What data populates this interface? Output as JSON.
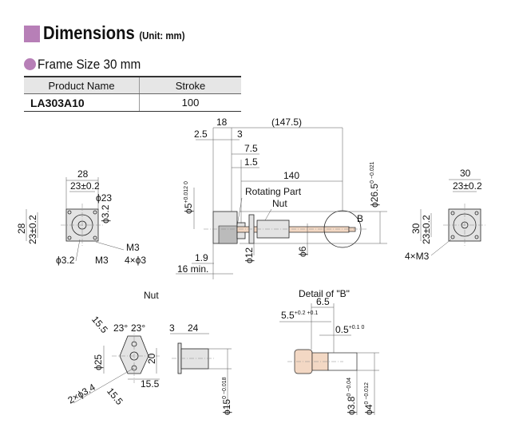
{
  "header": {
    "title": "Dimensions",
    "unit": "(Unit: mm)",
    "section": "Frame Size 30 mm"
  },
  "table": {
    "columns": [
      "Product Name",
      "Stroke"
    ],
    "rows": [
      {
        "product": "LA303A10",
        "stroke": "100"
      }
    ]
  },
  "front_view": {
    "w": "28",
    "pitch": "23±0.2",
    "h": "28",
    "pitch_v": "23±0.2",
    "pcd": "ϕ23",
    "pin": "ϕ3.2",
    "m3": "M3",
    "phi32": "ϕ3.2",
    "m3b": "M3",
    "holes": "4×ϕ3"
  },
  "side_view": {
    "d18": "18",
    "d1475": "(147.5)",
    "d25": "2.5",
    "d3": "3",
    "d75": "7.5",
    "d15": "1.5",
    "d140": "140",
    "rotating": "Rotating Part",
    "nut": "Nut",
    "shaft": "ϕ5",
    "shaft_tol": "+0.012 0",
    "d265": "ϕ26.5",
    "d265_tol": "0 −0.021",
    "b": "B",
    "d12": "ϕ12",
    "d6": "ϕ6",
    "d19": "1.9",
    "d16": "16 min."
  },
  "rear_view": {
    "w": "30",
    "pitch": "23±0.2",
    "h": "30",
    "pitch_v": "23±0.2",
    "holes": "4×M3"
  },
  "nut_view": {
    "title": "Nut",
    "a155": "15.5",
    "ang1": "23°",
    "ang2": "23°",
    "d25": "ϕ25",
    "d20": "20",
    "holes": "2×ϕ3.4",
    "b155": "15.5",
    "c155": "15.5",
    "d3": "3",
    "d24": "24",
    "d15": "ϕ15",
    "d15_tol": "0 −0.018"
  },
  "detail_b": {
    "title": "Detail of \"B\"",
    "d65": "6.5",
    "d55": "5.5",
    "d55_tol": "+0.2 +0.1",
    "d05": "0.5",
    "d05_tol": "+0.1 0",
    "d38": "ϕ3.8",
    "d38_tol": "0 −0.04",
    "d4": "ϕ4",
    "d4_tol": "0 −0.012"
  }
}
